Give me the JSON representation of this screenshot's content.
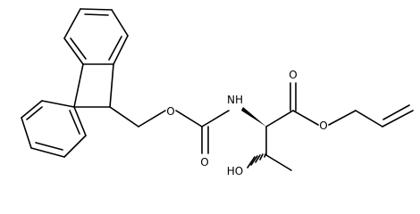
{
  "molecule": {
    "atom_labels": {
      "o_ether": "O",
      "o_carbamate_carbonyl": "O",
      "nh": "NH",
      "o_ester_carbonyl": "O",
      "o_ester": "O",
      "ho": "HO"
    },
    "stereo": {
      "alpha_carbon_to_nh": "wedge",
      "beta_carbon_to_oh": "hashed-wedge"
    }
  }
}
